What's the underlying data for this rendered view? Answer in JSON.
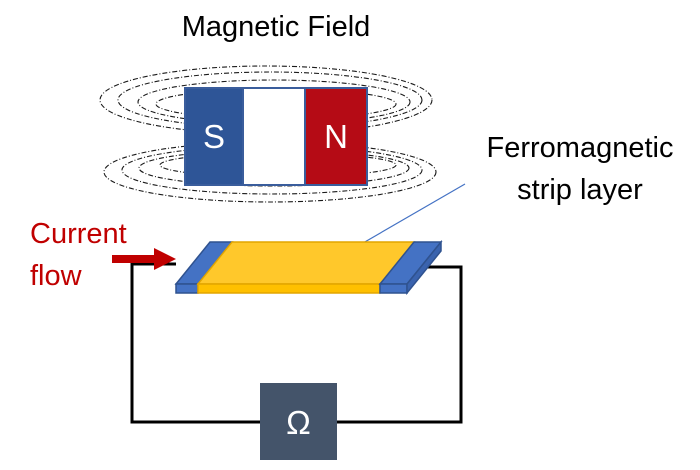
{
  "title": "Magnetic Field",
  "magnet": {
    "south_label": "S",
    "north_label": "N",
    "south_color": "#2e5597",
    "north_color": "#b50b15",
    "middle_color": "#ffffff"
  },
  "strip": {
    "label_line1": "Ferromagnetic",
    "label_line2": "strip layer",
    "strip_color": "#ffc82b",
    "contact_color": "#4472c4"
  },
  "current": {
    "label_line1": "Current",
    "label_line2": "flow",
    "color": "#c00000"
  },
  "meter": {
    "symbol": "Ω",
    "color": "#44546a"
  }
}
